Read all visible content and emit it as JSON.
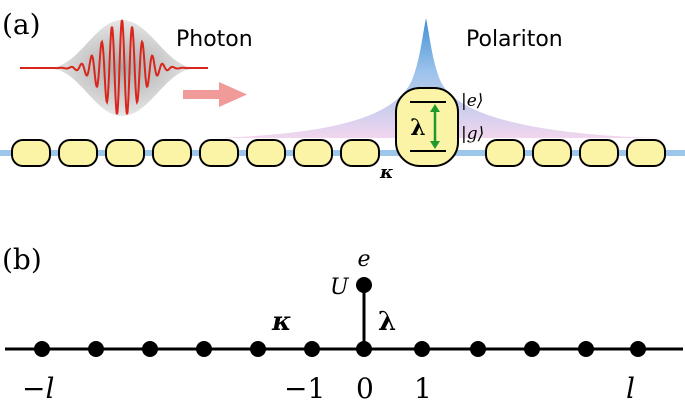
{
  "panel_a": {
    "label": "(a)",
    "photon_label": "Photon",
    "polariton_label": "Polariton",
    "kappa_label": "κ",
    "lambda_label": "λ",
    "excited_state_label": "|e⟩",
    "ground_state_label": "|g⟩",
    "cavity_count_left": 8,
    "cavity_count_right": 4
  },
  "panel_b": {
    "label": "(b)",
    "e_label": "e",
    "u_label": "U",
    "kappa_label": "κ",
    "lambda_label": "λ",
    "tick_labels": [
      "−l",
      "−1",
      "0",
      "1",
      "l"
    ]
  },
  "colors": {
    "waveguide": "#9cc7ea",
    "cavity_fill": "#fbf3a6",
    "wave_red": "#d9261c",
    "arrow_pink": "#f19a9a",
    "polariton_blue": "#3f8fd6",
    "polariton_pink": "#e7c8e8",
    "green_arrow": "#1f9a2a"
  }
}
